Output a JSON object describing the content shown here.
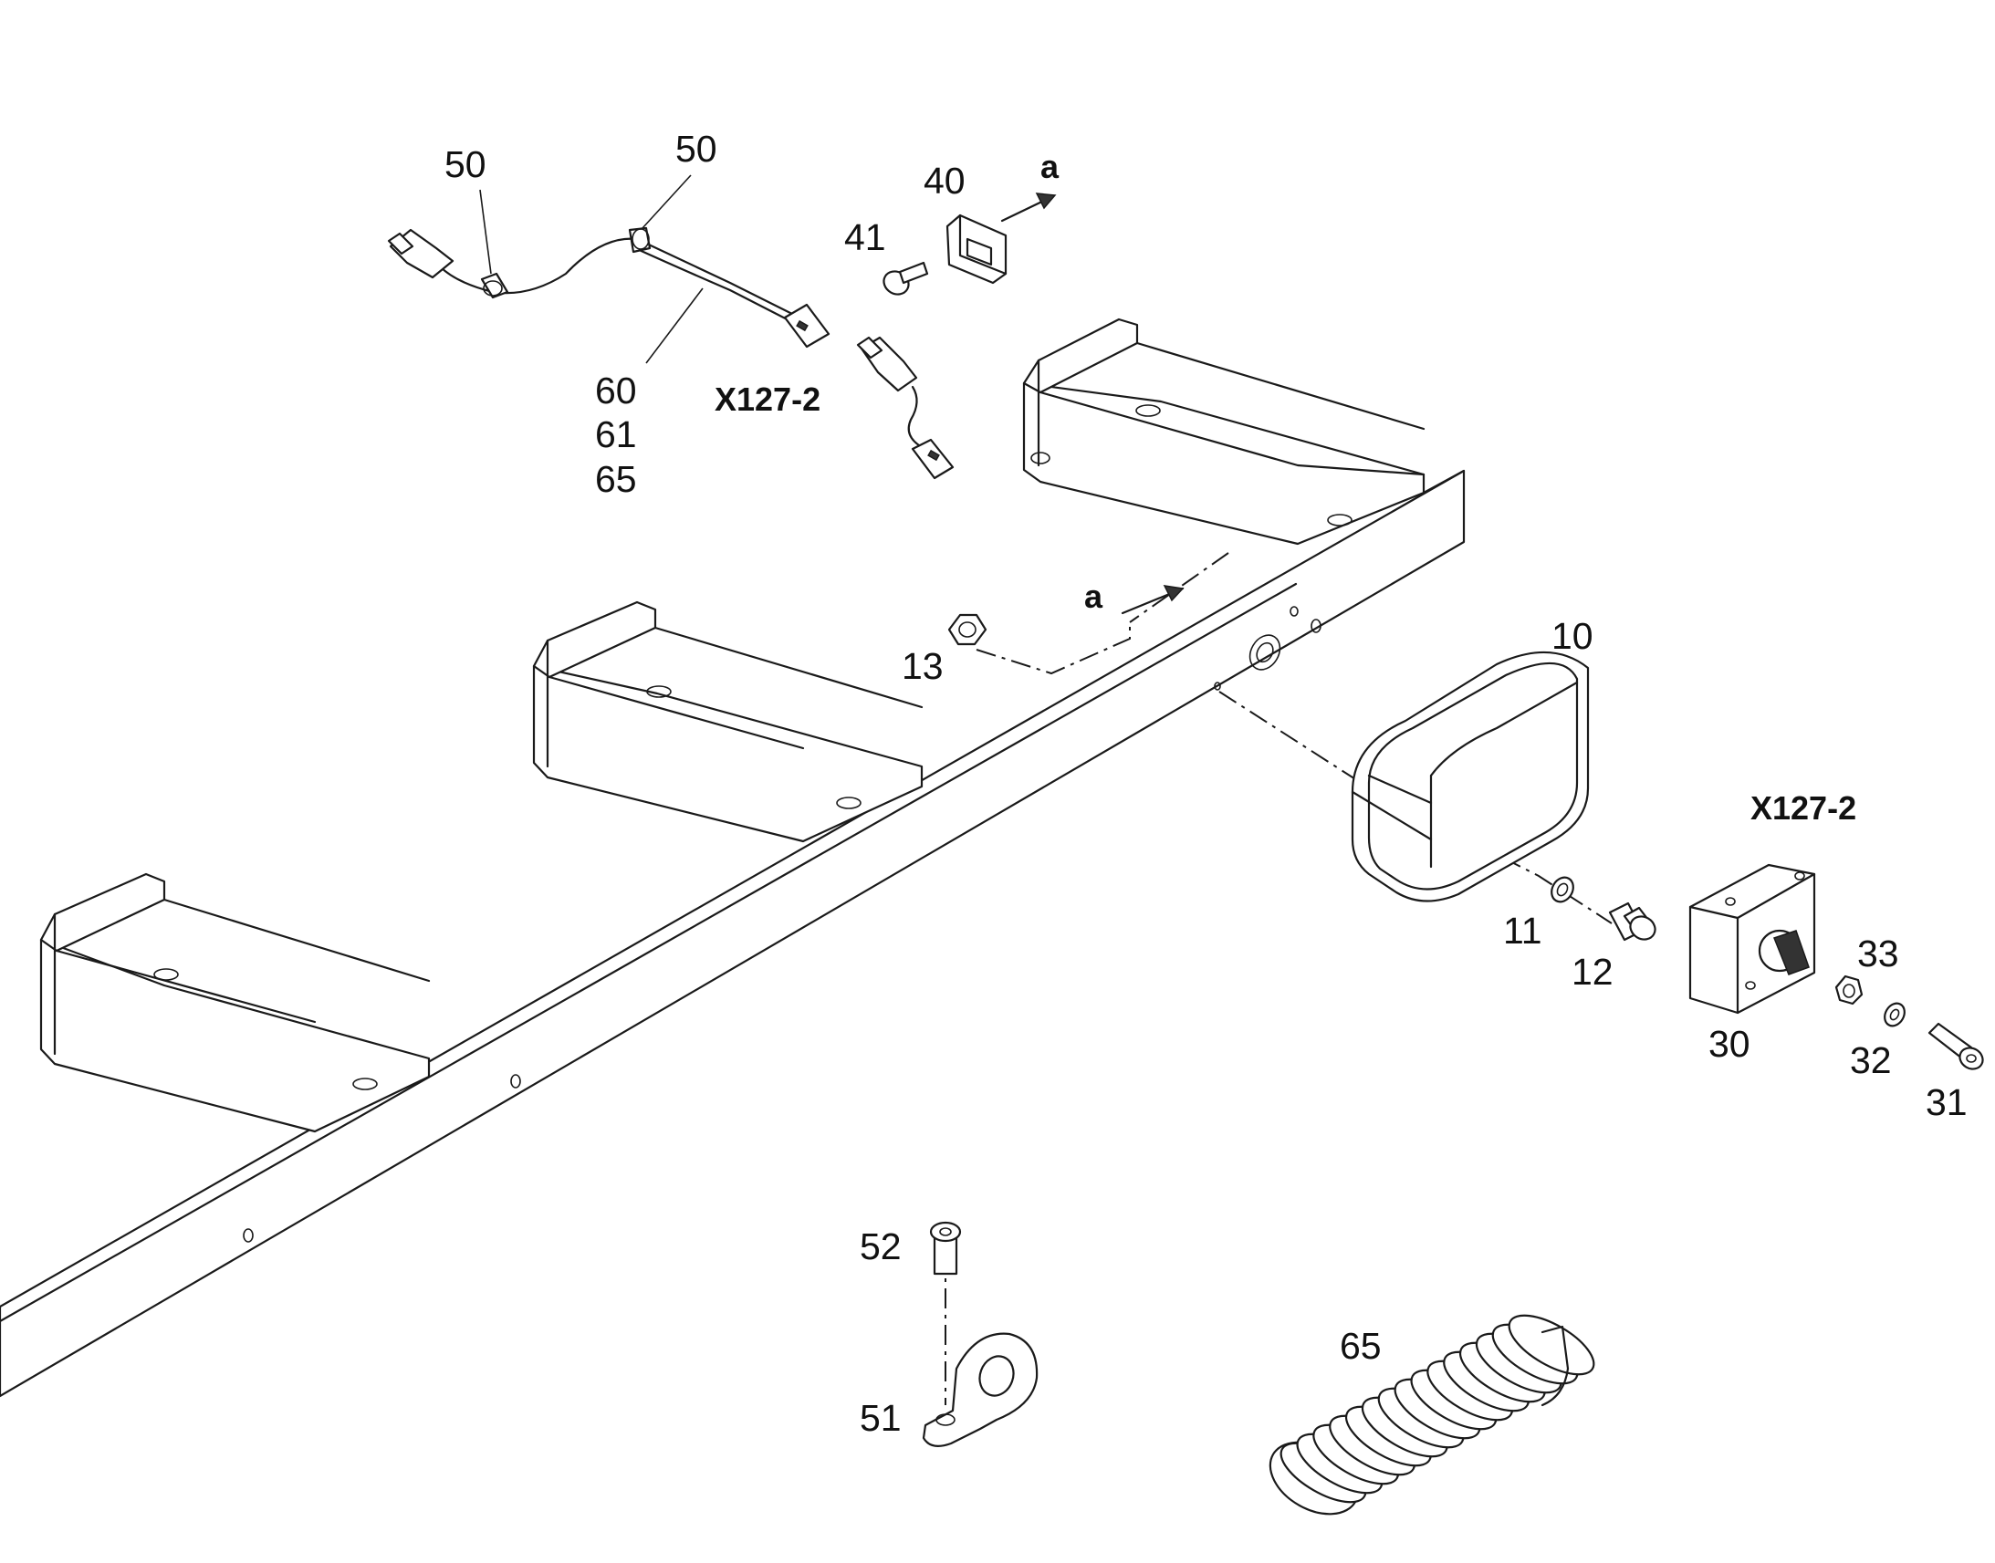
{
  "callouts": {
    "c50a": "50",
    "c50b": "50",
    "c40": "40",
    "c41": "41",
    "ca_top": "a",
    "c60": "60",
    "c61": "61",
    "c65_stack": "65",
    "cX127_top": "X127-2",
    "ca_mid": "a",
    "c13": "13",
    "c10": "10",
    "cX127_right": "X127-2",
    "c11": "11",
    "c12": "12",
    "c33": "33",
    "c30": "30",
    "c32": "32",
    "c31": "31",
    "c52": "52",
    "c51": "51",
    "c65": "65"
  },
  "colors": {
    "line": "#1a1a1a",
    "background": "#ffffff"
  }
}
